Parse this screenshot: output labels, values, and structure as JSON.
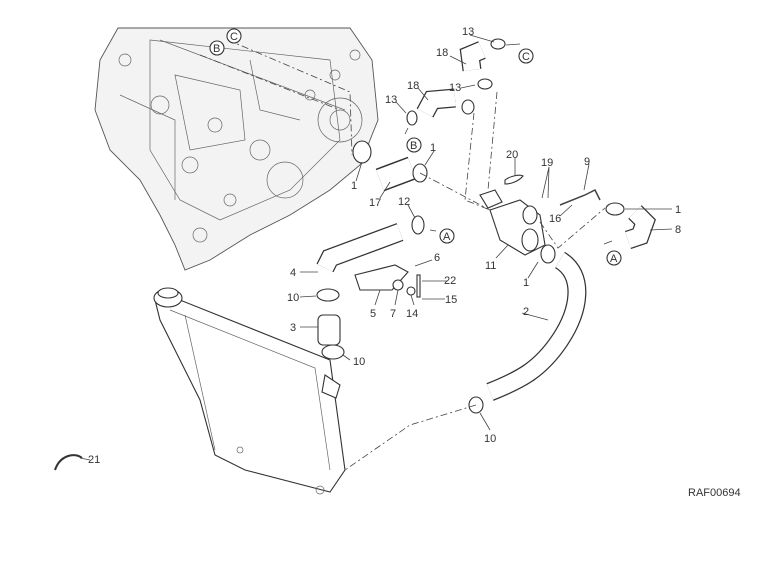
{
  "diagram_ref": "RAF00694",
  "callouts": {
    "c13a": "13",
    "c18a": "18",
    "c13b": "13",
    "c18b": "18",
    "c13c": "13",
    "c1a": "1",
    "c1b": "1",
    "c17": "17",
    "c20": "20",
    "c19": "19",
    "c9": "9",
    "c16": "16",
    "c12": "12",
    "c1c": "1",
    "c8": "8",
    "c11": "11",
    "c1d": "1",
    "c4": "4",
    "c6": "6",
    "c22": "22",
    "c10a": "10",
    "c5": "5",
    "c7": "7",
    "c14": "14",
    "c15": "15",
    "c3": "3",
    "c10b": "10",
    "c2": "2",
    "c10c": "10",
    "c21": "21"
  },
  "connectors": {
    "a1": "A",
    "a2": "A",
    "b1": "B",
    "b2": "B",
    "c1": "C",
    "c2": "C"
  }
}
